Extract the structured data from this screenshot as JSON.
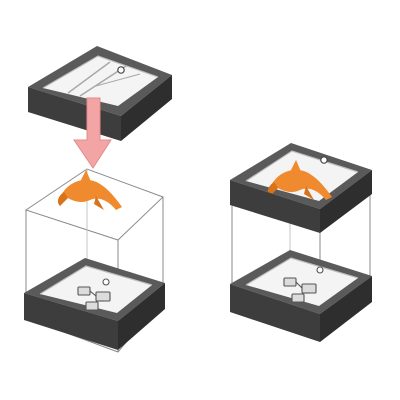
{
  "colors": {
    "background": "#ffffff",
    "frame_top": "#5a5a5a",
    "frame_side": "#3d3d3d",
    "frame_dark": "#2e2e2e",
    "inner_floor": "#f4f4f4",
    "glass_edge": "#8a8a8a",
    "arrow_fill": "#f3a5a5",
    "arrow_stroke": "#e48a8a",
    "fish": "#f08a2e",
    "fish_dark": "#d9731a"
  },
  "icons": {
    "arrow": "down-arrow-icon",
    "fish": "fish-icon"
  },
  "components": [
    "lid-tray",
    "glass-cube",
    "base-tray",
    "assembled-display"
  ]
}
